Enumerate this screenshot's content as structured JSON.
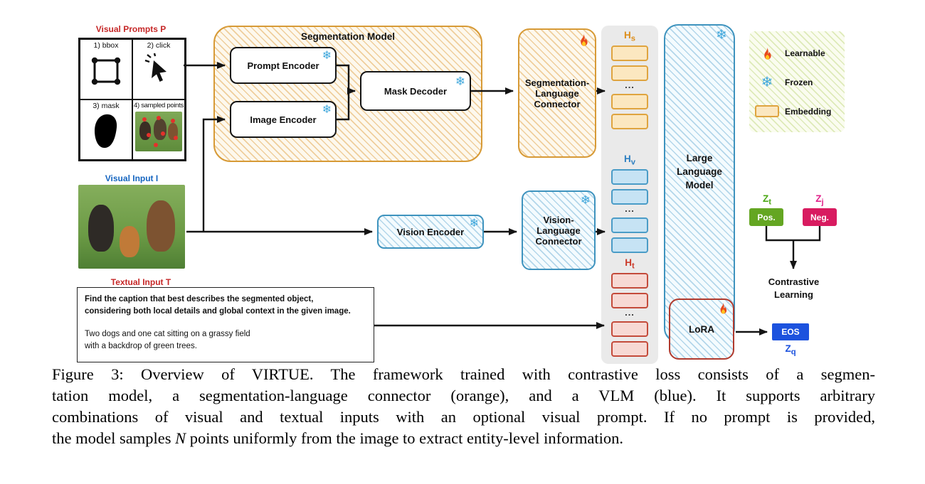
{
  "icons": {
    "snowflake_glyph": "❄",
    "learnable": "flame-icon",
    "frozen": "snowflake-icon",
    "embedding": "embedding-chip"
  },
  "legend": {
    "learnable": "Learnable",
    "frozen": "Frozen",
    "embedding": "Embedding"
  },
  "visual_prompts": {
    "title": "Visual Prompts P",
    "items": [
      {
        "label": "1) bbox"
      },
      {
        "label": "2) click"
      },
      {
        "label": "3) mask"
      },
      {
        "label": "4) sampled points"
      }
    ]
  },
  "visual_input": {
    "title": "Visual Input I"
  },
  "textual_input": {
    "title": "Textual Input T",
    "instruction_line1": "Find the caption that best describes the segmented object,",
    "instruction_line2": "considering both local details and global context in the given image.",
    "example_line1": "Two dogs and one cat sitting on a grassy field",
    "example_line2": "with a backdrop of green trees."
  },
  "blocks": {
    "segmentation_model": "Segmentation Model",
    "prompt_encoder": "Prompt Encoder",
    "image_encoder": "Image Encoder",
    "mask_decoder": "Mask Decoder",
    "seg_lang_connector": "Segmentation-Language Connector",
    "vision_encoder": "Vision Encoder",
    "vision_lang_connector": "Vision-Language Connector",
    "llm": "Large Language Model",
    "lora": "LoRA"
  },
  "embeddings": {
    "hs": {
      "base": "H",
      "sub": "s"
    },
    "hv": {
      "base": "H",
      "sub": "v"
    },
    "ht": {
      "base": "H",
      "sub": "t"
    },
    "ellipsis": "..."
  },
  "outputs": {
    "zt": {
      "base": "Z",
      "sub": "t"
    },
    "zj": {
      "base": "Z",
      "sub": "j"
    },
    "zq": {
      "base": "Z",
      "sub": "q"
    },
    "pos": "Pos.",
    "neg": "Neg.",
    "eos": "EOS",
    "contrastive": "Contrastive Learning"
  },
  "caption": {
    "line1": "Figure 3: Overview of VIRTUE. The framework trained with contrastive loss consists of a segmen-",
    "line2": "tation model, a segmentation-language connector (orange), and a VLM (blue). It supports arbitrary",
    "line3": "combinations of visual and textual inputs with an optional visual prompt. If no prompt is provided,",
    "line4_before": "the model samples ",
    "line4_italic": "N",
    "line4_after": " points uniformly from the image to extract entity-level information."
  },
  "colors": {
    "orange": "#D79A36",
    "blue": "#3E93BE",
    "red_label": "#C62828",
    "green_pos": "#64A622",
    "magenta_neg": "#D81B60",
    "blue_eos": "#1C52DE",
    "lora_red": "#B03A2E"
  }
}
